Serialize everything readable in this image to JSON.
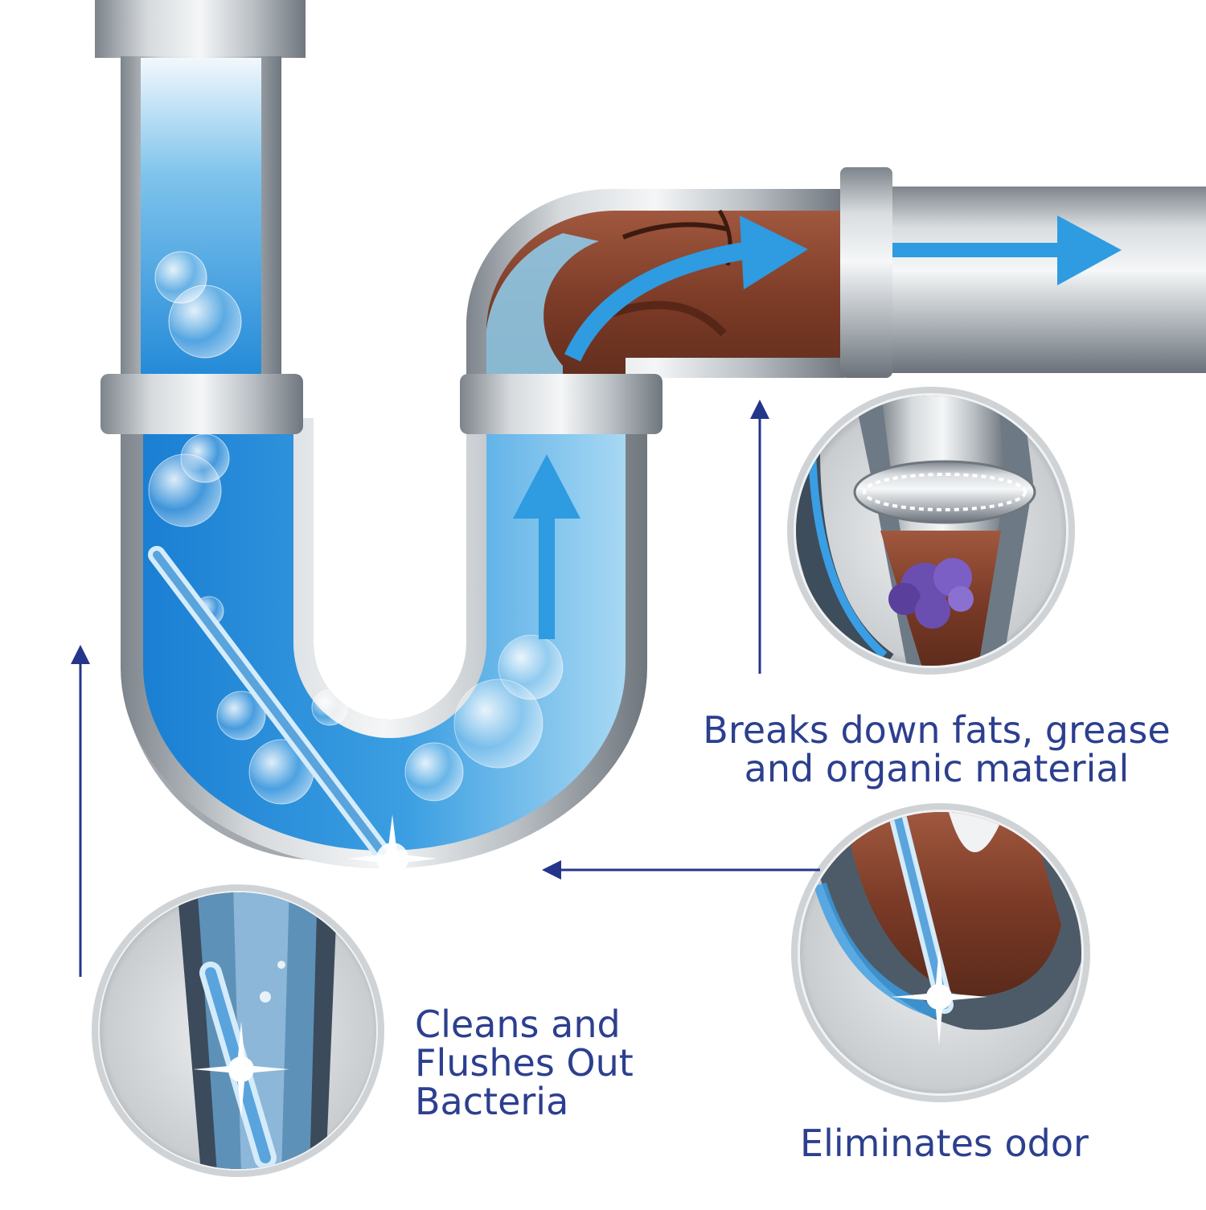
{
  "captions": {
    "fats": {
      "line1": "Breaks down fats, grease",
      "line2": "and organic material"
    },
    "clean": {
      "line1": "Cleans and",
      "line2": "Flushes Out",
      "line3": "Bacteria"
    },
    "odor": {
      "line1": "Eliminates odor"
    }
  },
  "colors": {
    "caption_text": "#2c3f8f",
    "guide_arrow": "#25358a",
    "water_blue": "#1e88d8",
    "flow_arrow": "#2f9be0",
    "sludge_brown": "#7a3a26",
    "pipe_steel": "#9aa1a7",
    "debris_purple": "#6a4fb0"
  },
  "icons": {
    "flow_arrows": "arrow-right-icon",
    "guide_arrows": "arrow-up-icon",
    "sparkle": "sparkle-icon",
    "bubbles": "bubble-icon"
  }
}
